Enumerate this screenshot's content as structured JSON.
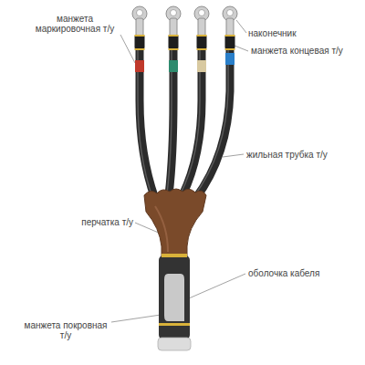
{
  "diagram": {
    "labels": [
      "манжета маркировочная т/у",
      "наконечник",
      "манжета концевая т/у",
      "жильная трубка т/у",
      "перчатка т/у",
      "оболочка кабеля",
      "манжета покровная т/у"
    ]
  }
}
